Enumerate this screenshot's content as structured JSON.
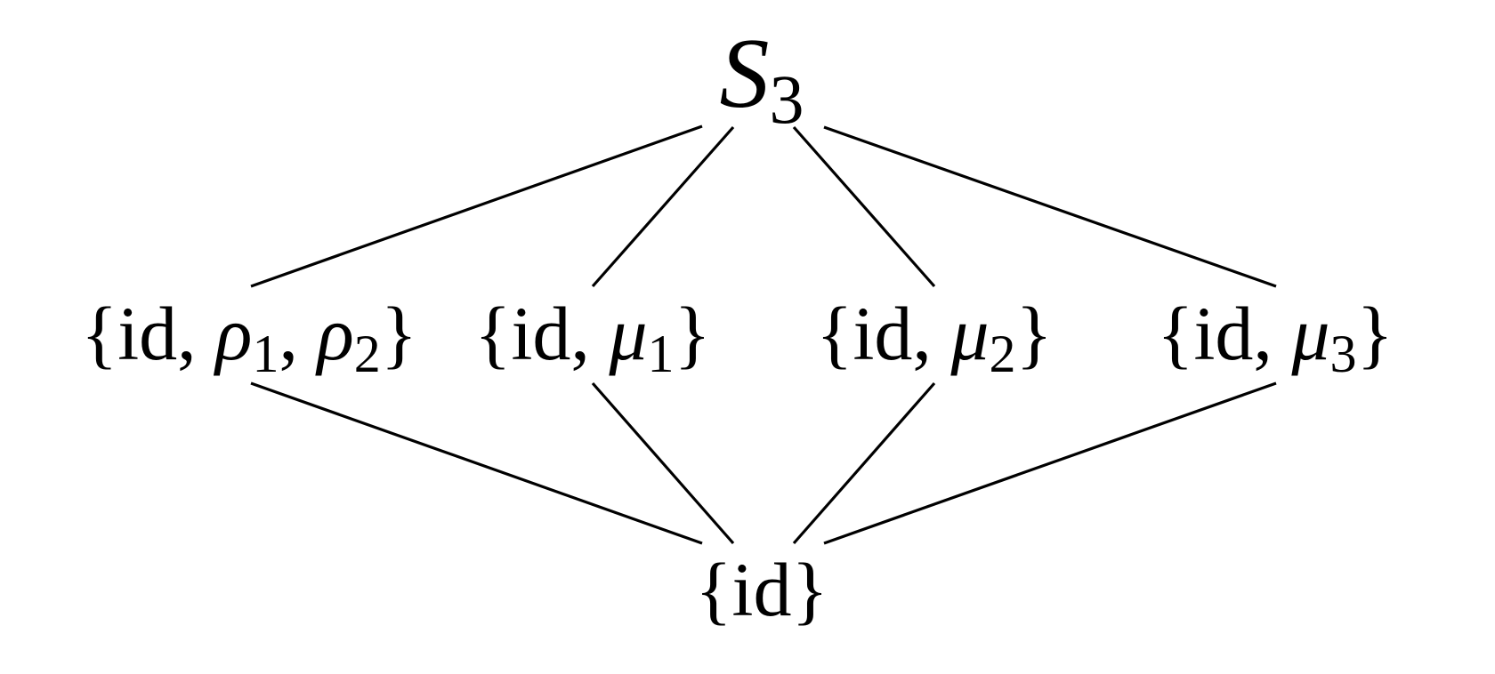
{
  "diagram": {
    "type": "subgroup-lattice",
    "nodes": [
      {
        "id": "S3",
        "level": "top",
        "parts": [
          {
            "t": "S",
            "italic": true
          },
          {
            "t": "3",
            "sub": true
          }
        ]
      },
      {
        "id": "rho",
        "level": "middle",
        "parts": [
          {
            "t": "{"
          },
          {
            "t": "id"
          },
          {
            "t": ", "
          },
          {
            "t": "ρ",
            "italic": true
          },
          {
            "t": "1",
            "sub": true
          },
          {
            "t": ", "
          },
          {
            "t": "ρ",
            "italic": true
          },
          {
            "t": "2",
            "sub": true
          },
          {
            "t": "}"
          }
        ]
      },
      {
        "id": "mu1",
        "level": "middle",
        "parts": [
          {
            "t": "{"
          },
          {
            "t": "id"
          },
          {
            "t": ", "
          },
          {
            "t": "μ",
            "italic": true
          },
          {
            "t": "1",
            "sub": true
          },
          {
            "t": "}"
          }
        ]
      },
      {
        "id": "mu2",
        "level": "middle",
        "parts": [
          {
            "t": "{"
          },
          {
            "t": "id"
          },
          {
            "t": ", "
          },
          {
            "t": "μ",
            "italic": true
          },
          {
            "t": "2",
            "sub": true
          },
          {
            "t": "}"
          }
        ]
      },
      {
        "id": "mu3",
        "level": "middle",
        "parts": [
          {
            "t": "{"
          },
          {
            "t": "id"
          },
          {
            "t": ", "
          },
          {
            "t": "μ",
            "italic": true
          },
          {
            "t": "3",
            "sub": true
          },
          {
            "t": "}"
          }
        ]
      },
      {
        "id": "id",
        "level": "bottom",
        "parts": [
          {
            "t": "{"
          },
          {
            "t": "id"
          },
          {
            "t": "}"
          }
        ]
      }
    ],
    "edges": [
      [
        "S3",
        "rho"
      ],
      [
        "S3",
        "mu1"
      ],
      [
        "S3",
        "mu2"
      ],
      [
        "S3",
        "mu3"
      ],
      [
        "rho",
        "id"
      ],
      [
        "mu1",
        "id"
      ],
      [
        "mu2",
        "id"
      ],
      [
        "mu3",
        "id"
      ]
    ],
    "colors": {
      "line": "#000000",
      "text": "#000000",
      "background": "#ffffff"
    }
  }
}
